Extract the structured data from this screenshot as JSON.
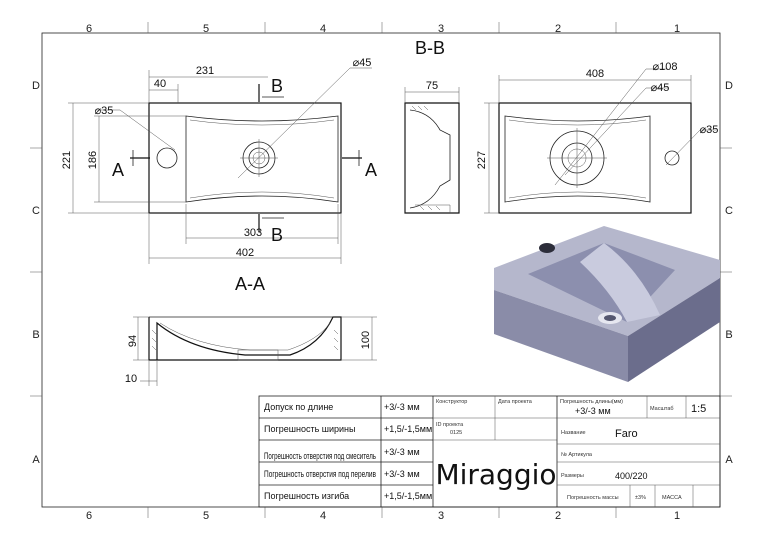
{
  "zones": {
    "columns": [
      "6",
      "5",
      "4",
      "3",
      "2",
      "1"
    ],
    "rows": [
      "D",
      "C",
      "B",
      "A"
    ]
  },
  "views": {
    "section_bb": "B-B",
    "section_aa": "A-A",
    "cut_label_b": "B",
    "cut_label_a": "A"
  },
  "dimensions": {
    "top_width": "231",
    "top_offset": "40",
    "drain_dia": "⌀45",
    "tap_dia": "⌀35",
    "outer_height": "221",
    "inner_height": "186",
    "inner_width": "303",
    "outer_width": "402",
    "side_depth": "75",
    "right_width": "408",
    "right_outer_dia": "⌀108",
    "right_drain_dia": "⌀45",
    "right_tap_dia": "⌀35",
    "right_height": "227",
    "section_depth": "94",
    "section_height": "100",
    "wall_thickness": "10"
  },
  "title_block": {
    "rows": [
      {
        "label": "Допуск по длине",
        "value": "+3/-3 мм"
      },
      {
        "label": "Погрешность ширины",
        "value": "+1,5/-1,5мм"
      },
      {
        "label": "Погрешность отверстия под смеситель",
        "value": "+3/-3 мм"
      },
      {
        "label": "Погрешность отверстия под перелив",
        "value": "+3/-3 мм"
      },
      {
        "label": "Погрешность изгиба",
        "value": "+1,5/-1,5мм"
      }
    ],
    "designer_label": "Конструктор",
    "date_label": "Дата проекта",
    "project_id_label": "ID проекта",
    "project_id": "0125",
    "brand": "Miraggio",
    "length_tol_label": "Погрешность длины(мм)",
    "length_tol_value": "+3/-3 мм",
    "scale_label": "Масштаб",
    "scale_value": "1:5",
    "name_label": "Название",
    "name_value": "Faro",
    "article_label": "№ Артикула",
    "size_label": "Размеры",
    "size_value": "400/220",
    "mass_tol_label": "Погрешность массы",
    "mass_tol_value": "±3%",
    "mass_label": "МАССА"
  }
}
